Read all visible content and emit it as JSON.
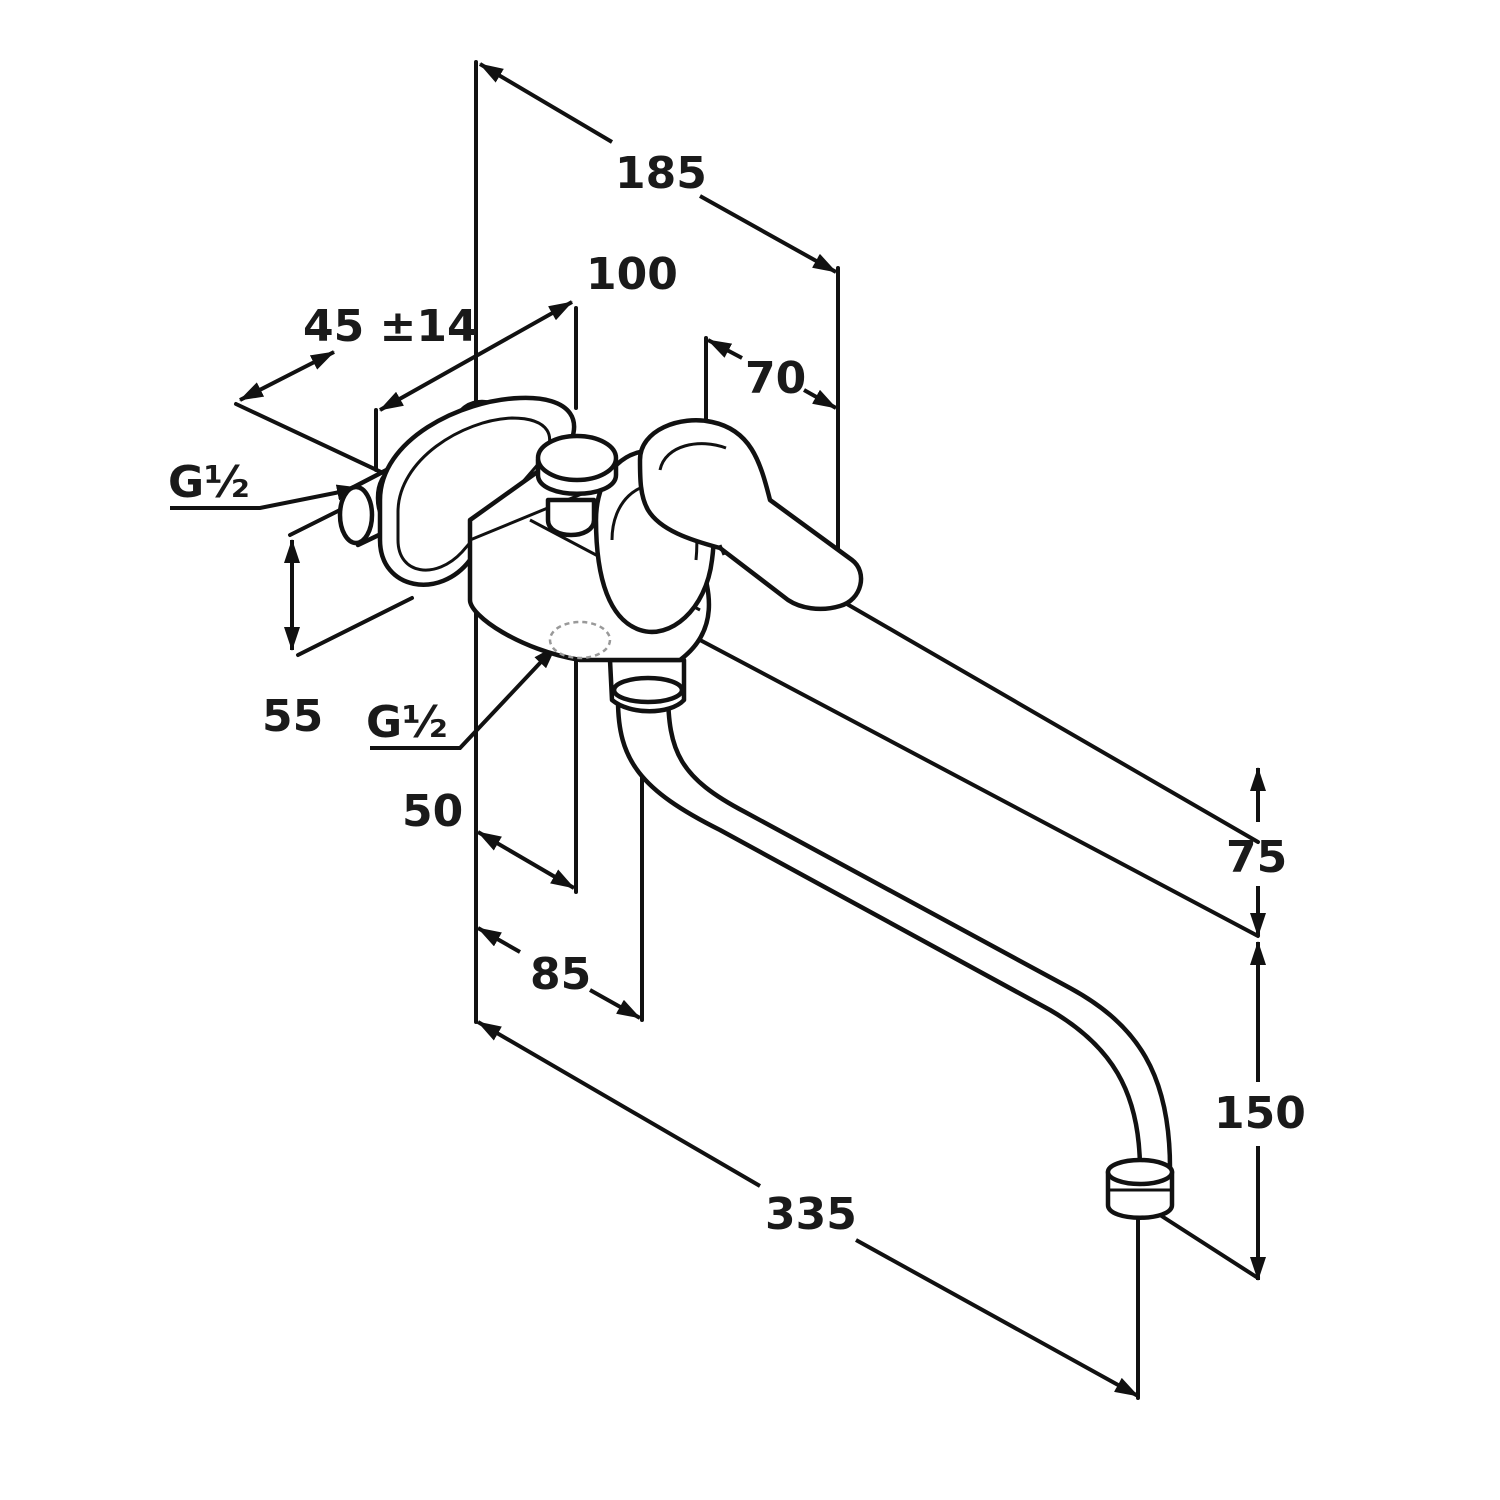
{
  "dimensions": {
    "d185": "185",
    "d100": "100",
    "d45": "45 ±14",
    "d70": "70",
    "thread_left": "G½",
    "d55": "55",
    "thread_bottom": "G½",
    "d50": "50",
    "d85": "85",
    "d75": "75",
    "d150": "150",
    "d335": "335"
  },
  "colors": {
    "line": "#111111",
    "background": "#ffffff"
  }
}
